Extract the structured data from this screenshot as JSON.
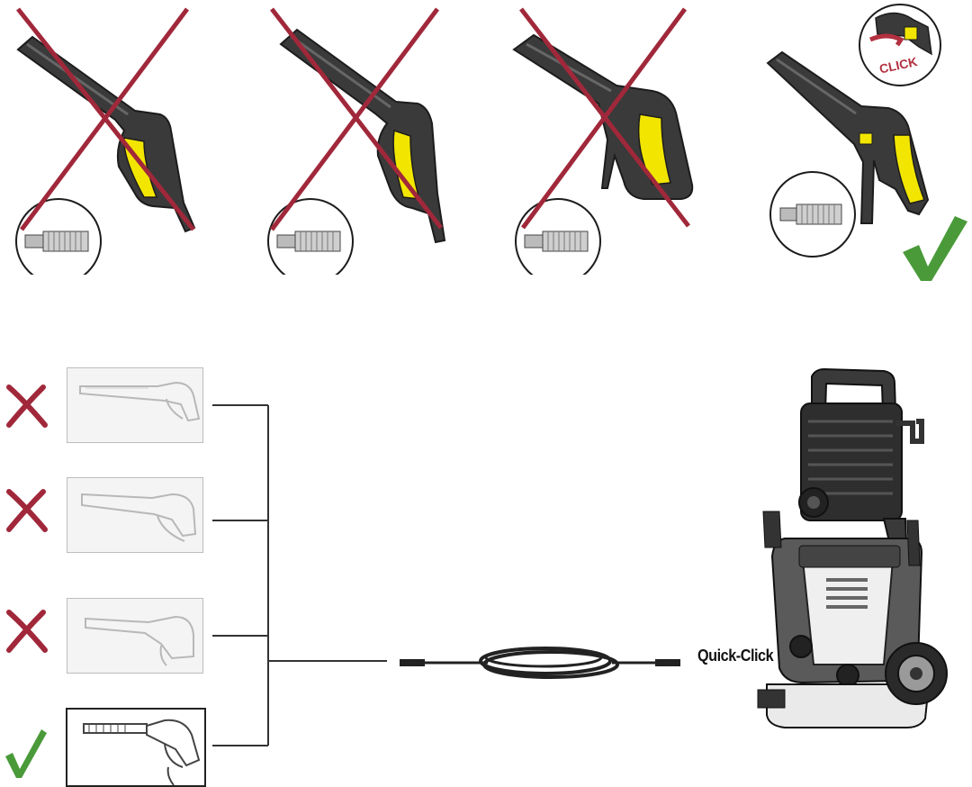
{
  "top_row": {
    "panels": [
      {
        "status": "incorrect",
        "mark_icon": "red-cross-icon"
      },
      {
        "status": "incorrect",
        "mark_icon": "red-cross-icon"
      },
      {
        "status": "incorrect",
        "mark_icon": "red-cross-icon"
      },
      {
        "status": "correct",
        "mark_icon": "green-check-icon",
        "detail_text": "CLICK"
      }
    ]
  },
  "bottom_section": {
    "options": [
      {
        "status": "incorrect",
        "mark_icon": "red-cross-icon"
      },
      {
        "status": "incorrect",
        "mark_icon": "red-cross-icon"
      },
      {
        "status": "incorrect",
        "mark_icon": "red-cross-icon"
      },
      {
        "status": "correct",
        "mark_icon": "green-check-icon"
      }
    ],
    "connector_label": "Quick-Click"
  },
  "colors": {
    "gun_body": "#3a3a3a",
    "gun_trigger": "#f2e600",
    "cross": "#a0283a",
    "check": "#4a9a3a",
    "click_arrow": "#b23040"
  }
}
